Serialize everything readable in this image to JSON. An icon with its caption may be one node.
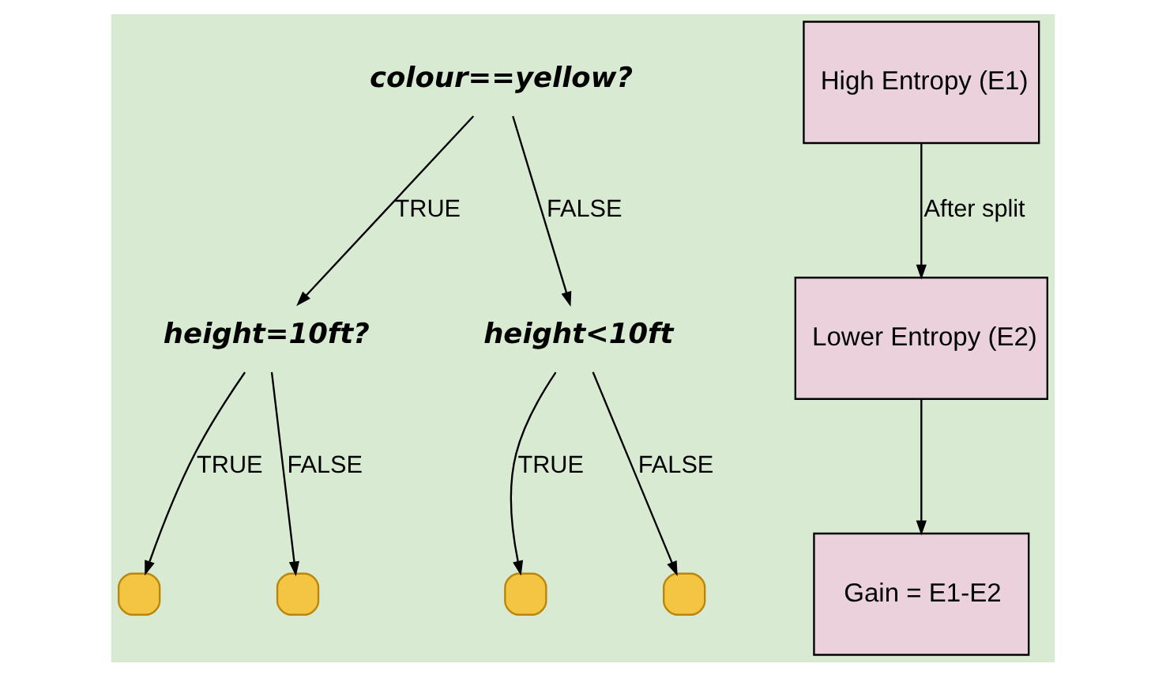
{
  "diagram": {
    "nodes": [
      {
        "text": [
          "colour==yellow?"
        ]
      },
      {
        "text": [
          "height=10ft?"
        ]
      },
      {
        "text": [
          "height<10ft"
        ]
      },
      {
        "text": [],
        "shape": "box"
      },
      {
        "text": [],
        "shape": "box"
      },
      {
        "text": [],
        "shape": "box"
      },
      {
        "text": [],
        "shape": "box"
      },
      {
        "text": [
          "High Entropy (E1)"
        ]
      },
      {
        "text": [
          "Lower Entropy (E2)"
        ]
      },
      {
        "text": [
          "Gain = E1-E2"
        ]
      }
    ],
    "edges": [
      {
        "from": 0,
        "to": 1,
        "arrow": "to",
        "label": "TRUE"
      },
      {
        "from": 0,
        "to": 2,
        "arrow": "to",
        "label": "FALSE"
      },
      {
        "from": 1,
        "to": 3,
        "arrow": "to",
        "label": "TRUE"
      },
      {
        "from": 1,
        "to": 4,
        "arrow": "to",
        "label": "FALSE"
      },
      {
        "from": 2,
        "to": 5,
        "arrow": "to",
        "label": "TRUE"
      },
      {
        "from": 2,
        "to": 6,
        "arrow": "to",
        "label": "FALSE"
      },
      {
        "from": 7,
        "to": 8,
        "arrow": "to",
        "label": "After split"
      },
      {
        "from": 8,
        "to": 9,
        "arrow": "to"
      }
    ]
  }
}
